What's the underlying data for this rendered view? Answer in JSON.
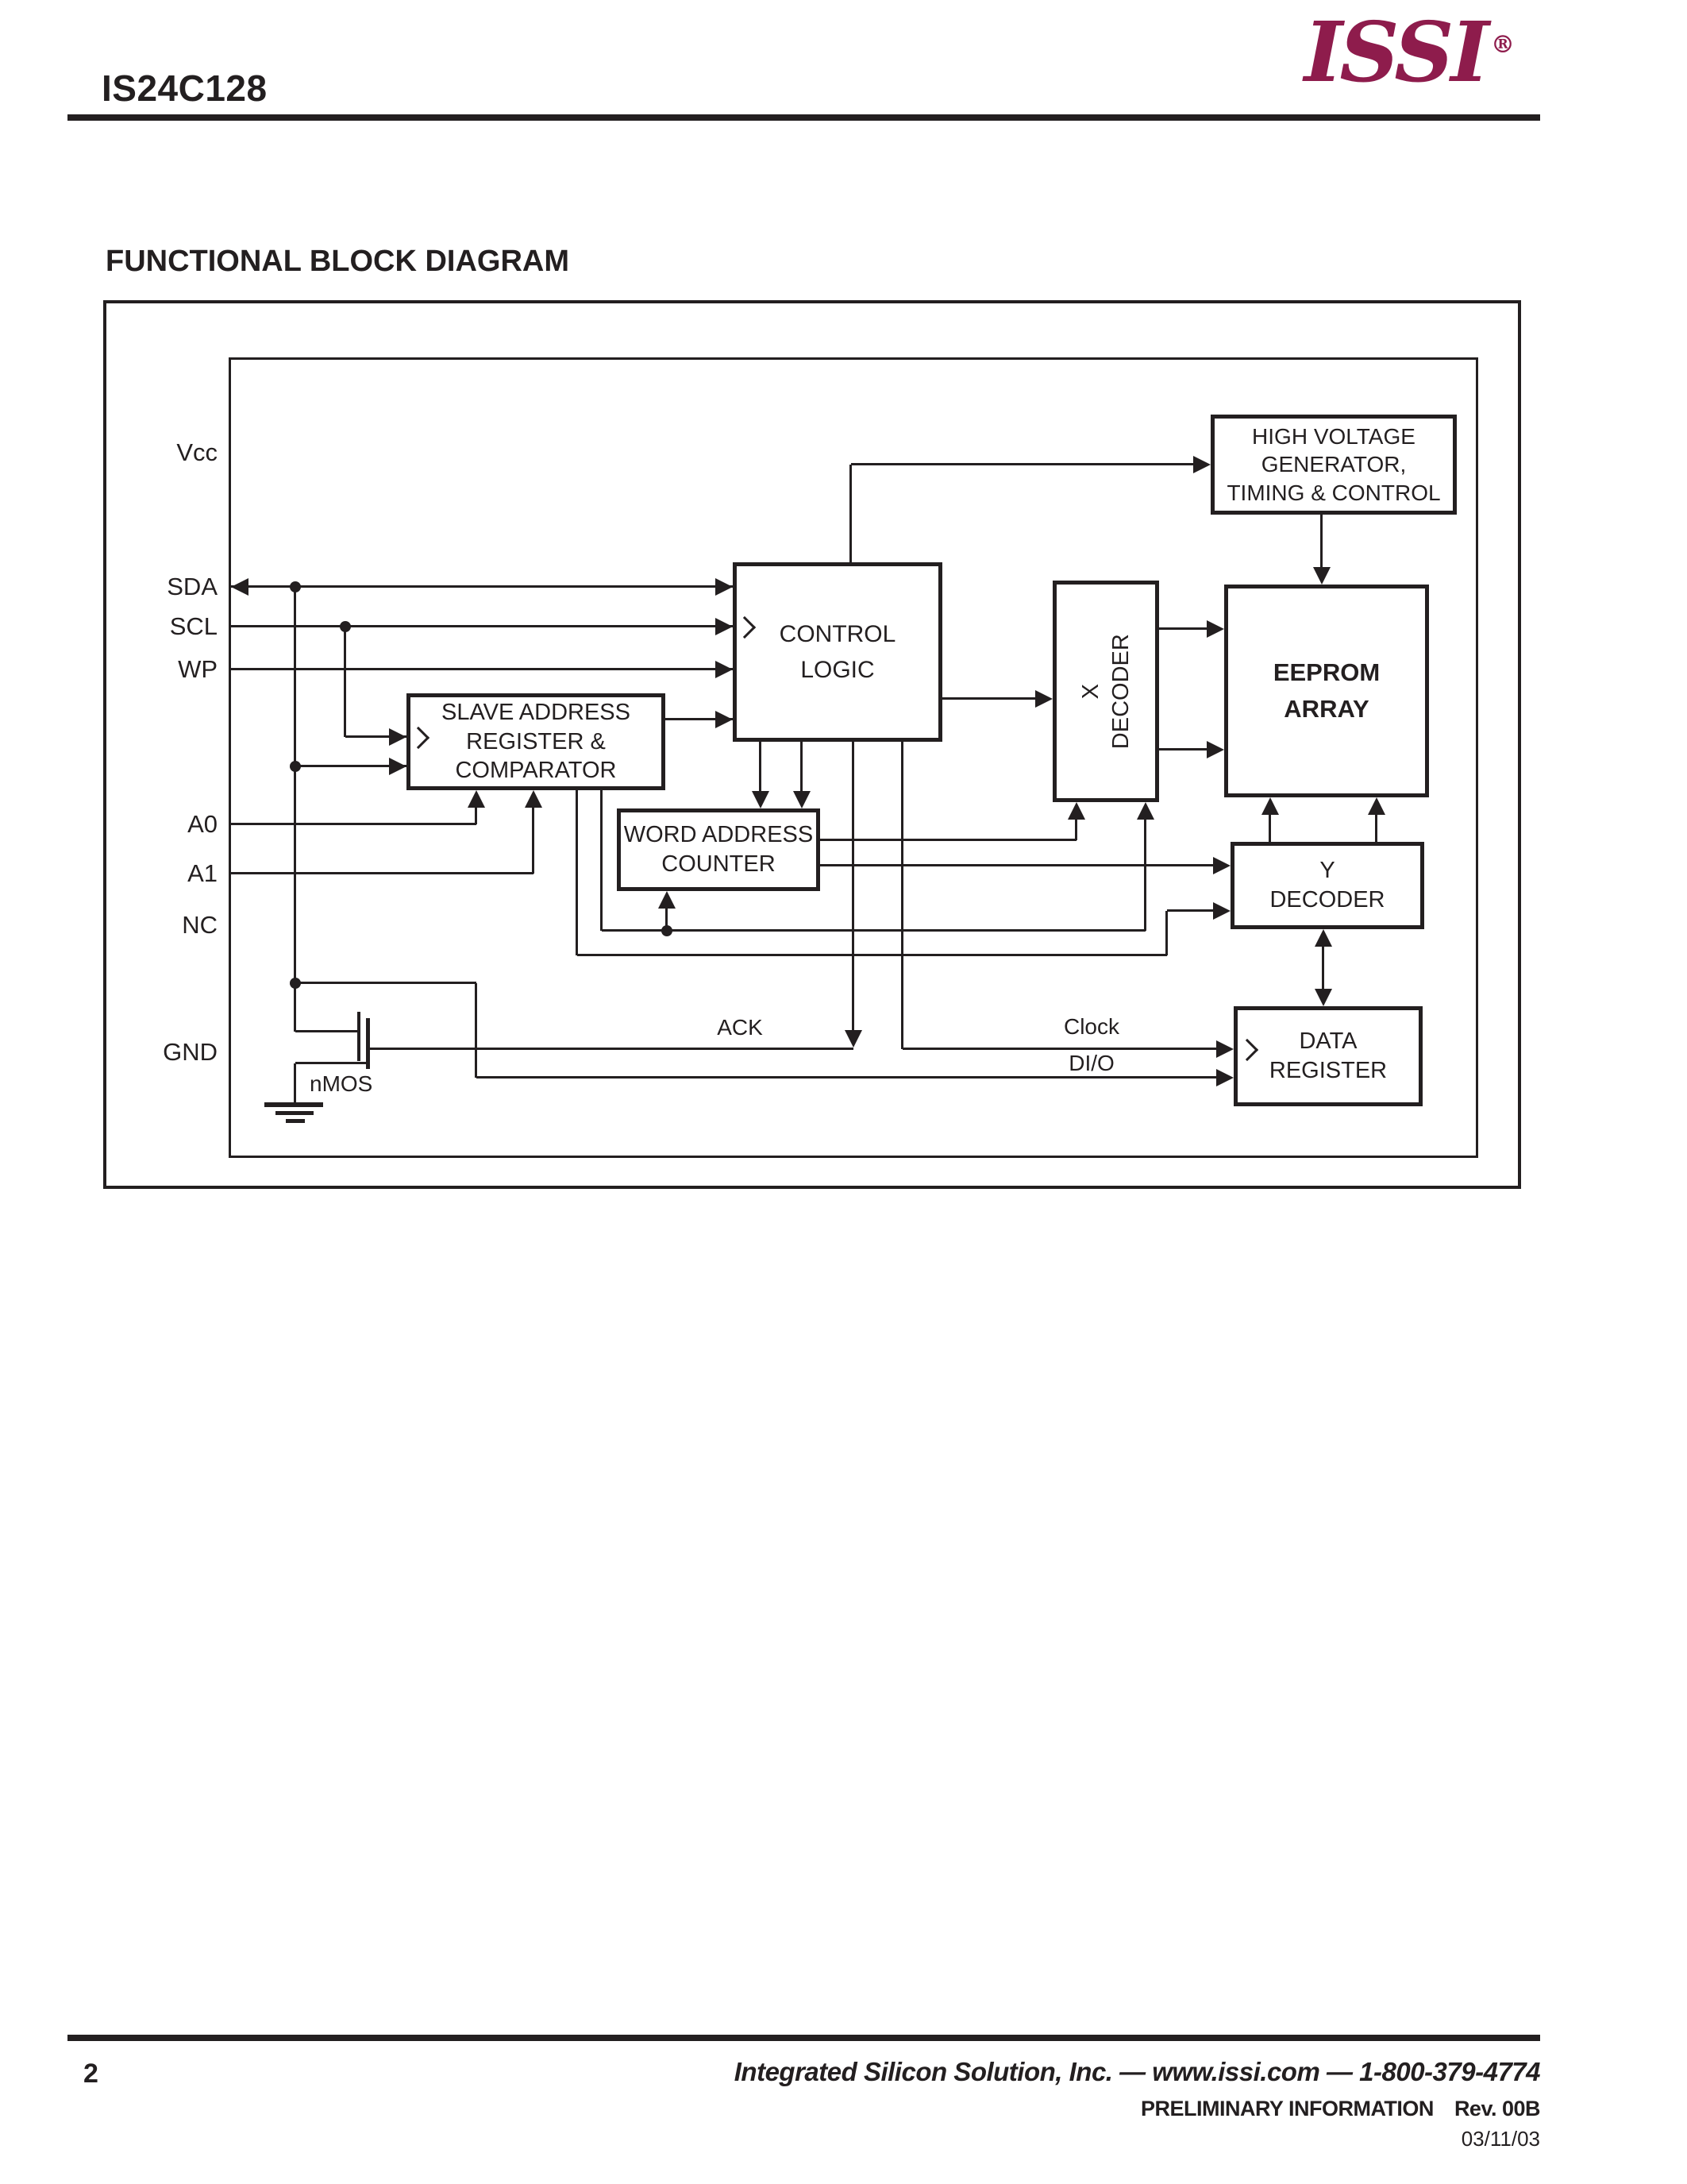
{
  "header": {
    "part_number": "IS24C128",
    "logo_text": "ISSI",
    "registered_mark": "®"
  },
  "title": "FUNCTIONAL BLOCK DIAGRAM",
  "diagram": {
    "pins": {
      "vcc": "Vcc",
      "sda": "SDA",
      "scl": "SCL",
      "wp": "WP",
      "a0": "A0",
      "a1": "A1",
      "nc": "NC",
      "gnd": "GND"
    },
    "blocks": {
      "high_voltage": {
        "line1": "HIGH VOLTAGE",
        "line2": "GENERATOR,",
        "line3": "TIMING & CONTROL"
      },
      "control_logic": {
        "line1": "CONTROL",
        "line2": "LOGIC"
      },
      "x_decoder": {
        "line1": "X",
        "line2": "DECODER"
      },
      "eeprom_array": {
        "line1": "EEPROM",
        "line2": "ARRAY"
      },
      "slave_address": {
        "line1": "SLAVE ADDRESS",
        "line2": "REGISTER &",
        "line3": "COMPARATOR"
      },
      "word_address_counter": {
        "line1": "WORD ADDRESS",
        "line2": "COUNTER"
      },
      "y_decoder": {
        "line1": "Y",
        "line2": "DECODER"
      },
      "data_register": {
        "line1": "DATA",
        "line2": "REGISTER"
      }
    },
    "wire_labels": {
      "ack": "ACK",
      "clock": "Clock",
      "dio": "DI/O",
      "nmos": "nMOS"
    }
  },
  "footer": {
    "page_number": "2",
    "company_line": "Integrated Silicon Solution, Inc. — www.issi.com — 1-800-379-4774",
    "status": "PRELIMINARY INFORMATION",
    "revision": "Rev. 00B",
    "date": "03/11/03"
  },
  "colors": {
    "ink": "#231f20",
    "logo_maroon": "#8E1C4C"
  }
}
